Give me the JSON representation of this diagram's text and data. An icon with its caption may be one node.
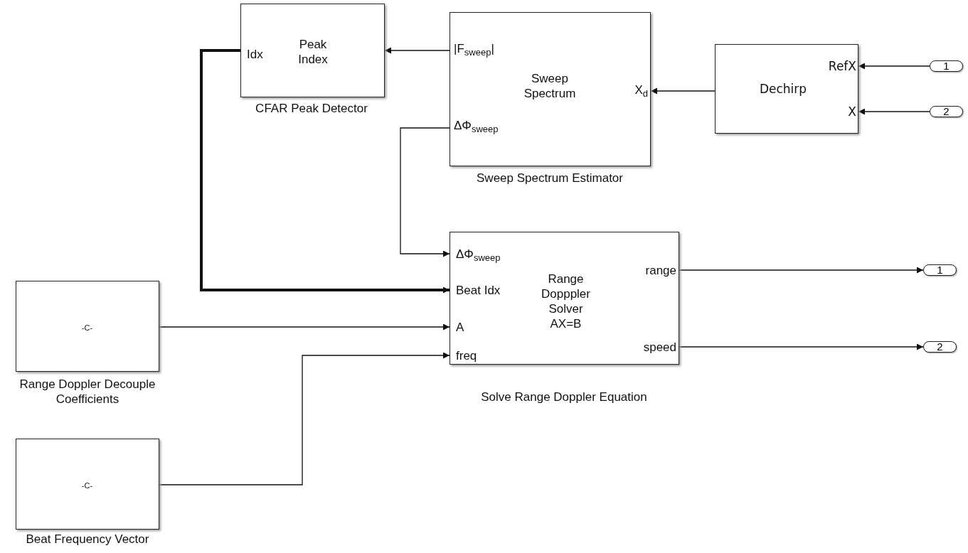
{
  "diagram": {
    "nodes": [
      {
        "text": [
          "Idx",
          "Peak Index"
        ],
        "beside": [
          "CFAR Peak Detector"
        ]
      },
      {
        "text": [
          "|F$_{sweep}$|",
          "ΔΦ$_{sweep}$",
          "Sweep Spectrum",
          "X$_{d}$"
        ],
        "beside": [
          "Sweep Spectrum Estimator"
        ]
      },
      {
        "text": [
          "Dechirp",
          "RefX",
          "X"
        ]
      },
      {
        "text": [
          "1"
        ]
      },
      {
        "text": [
          "2"
        ]
      },
      {
        "text": [
          "ΔΦ$_{sweep}$",
          "Beat Idx",
          "A",
          "freq",
          "Range Dopppler Solver AX=B",
          "range",
          "speed"
        ],
        "beside": [
          "Solve Range Doppler Equation"
        ]
      },
      {
        "text": [
          "-C-"
        ],
        "beside": [
          "Range Doppler Decouple Coefficients"
        ]
      },
      {
        "text": [
          "-C-"
        ],
        "beside": [
          "Beat Frequency Vector"
        ]
      },
      {
        "text": [
          "1"
        ]
      },
      {
        "text": [
          "2"
        ]
      }
    ],
    "edges": [
      {
        "from": 3,
        "to": 2,
        "arrow": "to"
      },
      {
        "from": 4,
        "to": 2,
        "arrow": "to"
      },
      {
        "from": 2,
        "to": 1,
        "arrow": "to"
      },
      {
        "from": 1,
        "to": 0,
        "arrow": "to"
      },
      {
        "from": 1,
        "to": 5,
        "arrow": "to"
      },
      {
        "from": 0,
        "to": 5,
        "arrow": "to",
        "style": "thick"
      },
      {
        "from": 6,
        "to": 5,
        "arrow": "to"
      },
      {
        "from": 7,
        "to": 5,
        "arrow": "to"
      },
      {
        "from": 5,
        "to": 8,
        "arrow": "to"
      },
      {
        "from": 5,
        "to": 9,
        "arrow": "to"
      }
    ]
  }
}
